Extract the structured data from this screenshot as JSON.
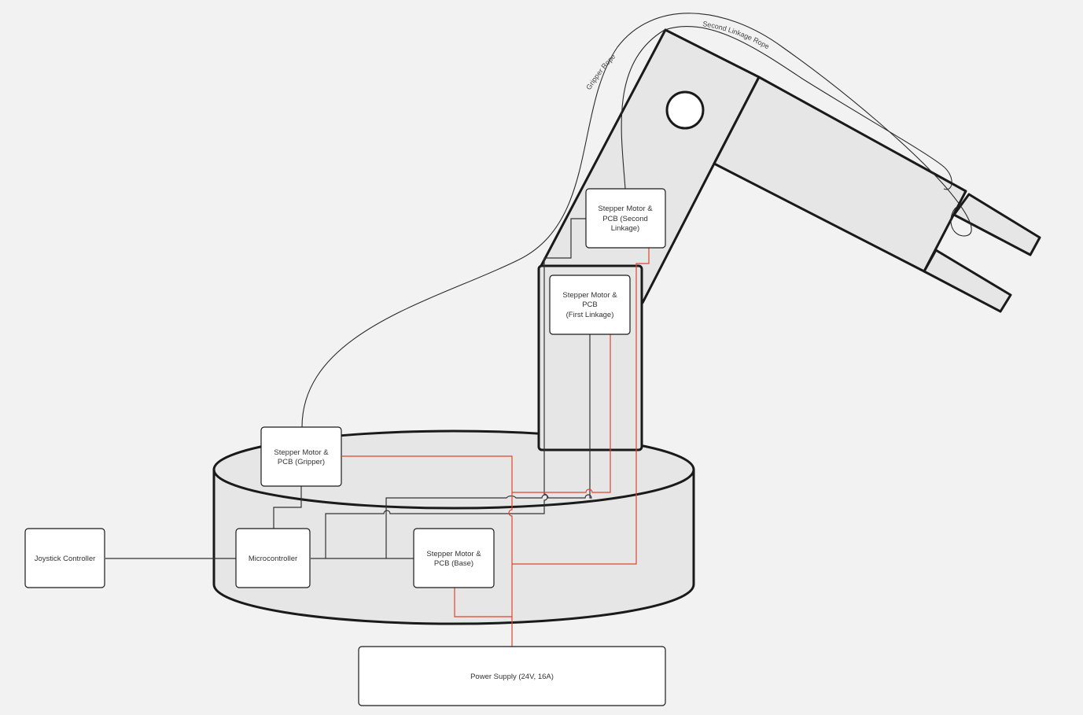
{
  "boxes": {
    "joystick": [
      "Joystick Controller"
    ],
    "microcontroller": [
      "Microcontroller"
    ],
    "motor_gripper": [
      "Stepper Motor &",
      "PCB (Gripper)"
    ],
    "motor_base": [
      "Stepper Motor &",
      "PCB  (Base)"
    ],
    "motor_first": [
      "Stepper Motor &",
      "PCB",
      "(First Linkage)"
    ],
    "motor_second": [
      "Stepper Motor &",
      "PCB (Second",
      "Linkage)"
    ],
    "power": [
      "Power Supply (24V, 16A)"
    ]
  },
  "ropes": {
    "gripper": "Gripper Rope",
    "second_linkage": "Second Linkage Rope"
  },
  "colors": {
    "background": "#f2f2f2",
    "body_fill": "#e6e6e6",
    "outline": "#1a1a1a",
    "power_wire": "#e0452b",
    "signal_wire": "#333333",
    "box_fill": "#ffffff"
  }
}
